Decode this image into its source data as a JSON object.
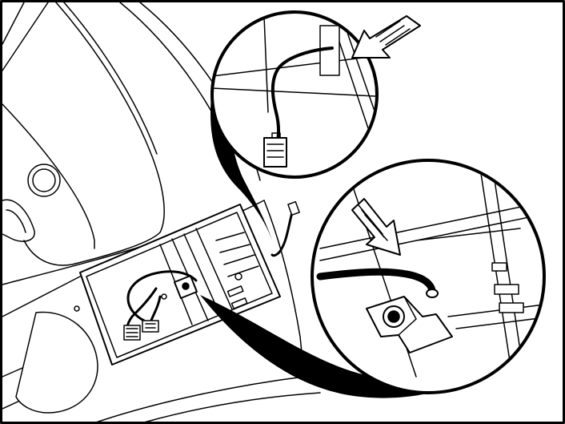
{
  "figure": {
    "style": "black-and-white line-art installation illustration",
    "colors": {
      "line": "#000000",
      "fill": "#ffffff",
      "shadow": "#000000"
    },
    "callouts": [
      {
        "name": "cable-routing-detail",
        "arrow": "arrow-pointing-down-left"
      },
      {
        "name": "cable-hole-detail",
        "arrow": "arrow-pointing-down-right"
      }
    ]
  }
}
